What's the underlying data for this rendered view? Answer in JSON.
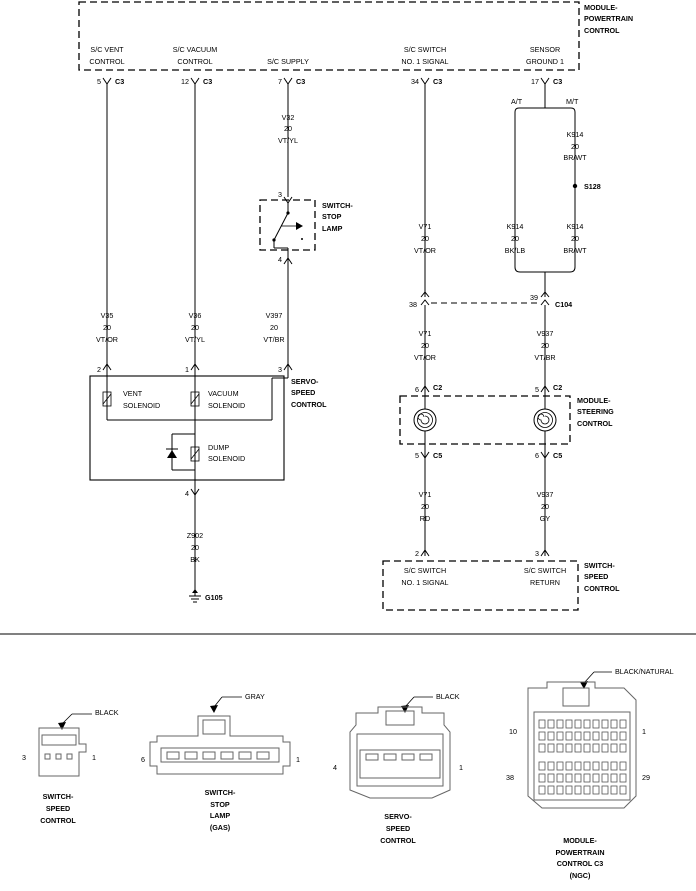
{
  "modules": {
    "pcm": [
      "MODULE-",
      "POWERTRAIN",
      "CONTROL"
    ],
    "switch_stop_lamp": [
      "SWITCH-",
      "STOP",
      "LAMP"
    ],
    "servo": [
      "SERVO-",
      "SPEED",
      "CONTROL"
    ],
    "steering": [
      "MODULE-",
      "STEERING",
      "CONTROL"
    ],
    "switch_speed": [
      "SWITCH-",
      "SPEED",
      "CONTROL"
    ]
  },
  "pcm_pins": [
    {
      "l1": "S/C VENT",
      "l2": "CONTROL",
      "pin": "5",
      "conn": "C3"
    },
    {
      "l1": "S/C VACUUM",
      "l2": "CONTROL",
      "pin": "12",
      "conn": "C3"
    },
    {
      "l1": "",
      "l2": "S/C SUPPLY",
      "pin": "7",
      "conn": "C3"
    },
    {
      "l1": "S/C SWITCH",
      "l2": "NO. 1 SIGNAL",
      "pin": "34",
      "conn": "C3"
    },
    {
      "l1": "SENSOR",
      "l2": "GROUND 1",
      "pin": "17",
      "conn": "C3"
    }
  ],
  "wires": {
    "v32": [
      "V32",
      "20",
      "VT/YL"
    ],
    "v35": [
      "V35",
      "20",
      "VT/OR"
    ],
    "v36": [
      "V36",
      "20",
      "VT/YL"
    ],
    "v397": [
      "V397",
      "20",
      "VT/BR"
    ],
    "v71a": [
      "V71",
      "20",
      "VT/OR"
    ],
    "v71b": [
      "V71",
      "20",
      "VT/OR"
    ],
    "v71c": [
      "V71",
      "20",
      "RD"
    ],
    "k914a": [
      "K914",
      "20",
      "BR/WT"
    ],
    "k914b": [
      "K914",
      "20",
      "BK/LB"
    ],
    "k914c": [
      "K914",
      "20",
      "BR/WT"
    ],
    "v937a": [
      "V937",
      "20",
      "VT/BR"
    ],
    "v937b": [
      "V937",
      "20",
      "GY"
    ],
    "z902": [
      "Z902",
      "20",
      "BK"
    ]
  },
  "pins": {
    "stop_in": "3",
    "stop_out": "4",
    "servo_vent": "2",
    "servo_vac": "1",
    "servo_sup": "3",
    "servo_gnd": "4",
    "c104_l": "38",
    "c104_r": "39",
    "c104": "C104",
    "steer_in_l": "6",
    "steer_in_r": "5",
    "steer_c2": "C2",
    "steer_out_l": "5",
    "steer_out_r": "6",
    "steer_c5": "C5",
    "sw_l": "2",
    "sw_r": "3"
  },
  "labels": {
    "at": "A/T",
    "mt": "M/T",
    "splice": "S128",
    "ground": "G105",
    "vent_sol": [
      "VENT",
      "SOLENOID"
    ],
    "vac_sol": [
      "VACUUM",
      "SOLENOID"
    ],
    "dump_sol": [
      "DUMP",
      "SOLENOID"
    ],
    "sw_sig": [
      "S/C SWITCH",
      "NO. 1 SIGNAL"
    ],
    "sw_ret": [
      "S/C SWITCH",
      "RETURN"
    ]
  },
  "connectors": {
    "c1": {
      "color": "BLACK",
      "pin_l": "3",
      "pin_r": "1",
      "name": [
        "SWITCH-",
        "SPEED",
        "CONTROL"
      ]
    },
    "c2": {
      "color": "GRAY",
      "pin_l": "6",
      "pin_r": "1",
      "name": [
        "SWITCH-",
        "STOP",
        "LAMP",
        "(GAS)"
      ]
    },
    "c3": {
      "color": "BLACK",
      "pin_l": "4",
      "pin_r": "1",
      "name": [
        "SERVO-",
        "SPEED",
        "CONTROL"
      ]
    },
    "c4": {
      "color": "BLACK/NATURAL",
      "pin_tl": "10",
      "pin_tr": "1",
      "pin_bl": "38",
      "pin_br": "29",
      "name": [
        "MODULE-",
        "POWERTRAIN",
        "CONTROL C3",
        "(NGC)"
      ]
    }
  }
}
